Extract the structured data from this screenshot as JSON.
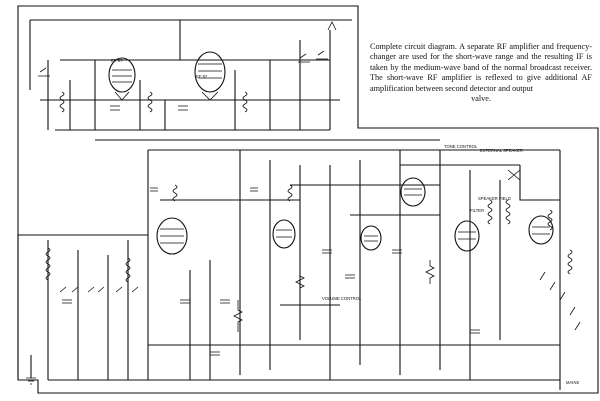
{
  "caption": {
    "text": "Complete circuit diagram. A separate RF amplifier and frequency-changer are used for the short-wave range and the resulting IF is taken by the medium-wave band of the normal broadcast receiver. The short-wave RF amplifier is reflexed to give additional AF amplification between second detector and output",
    "last_line": "valve."
  },
  "labels": {
    "valve_1": "EK 97",
    "valve_2": "EF 97",
    "tone_control": "TONE CONTROL",
    "external_speaker": "EXTERNAL SPEAKER",
    "speaker_field": "SPEAKER FIELD",
    "volume_control": "VOLUME CONTROL",
    "mains": "MAINS",
    "filter": "FILTER"
  },
  "colors": {
    "ink": "#111111",
    "paper": "#ffffff"
  }
}
